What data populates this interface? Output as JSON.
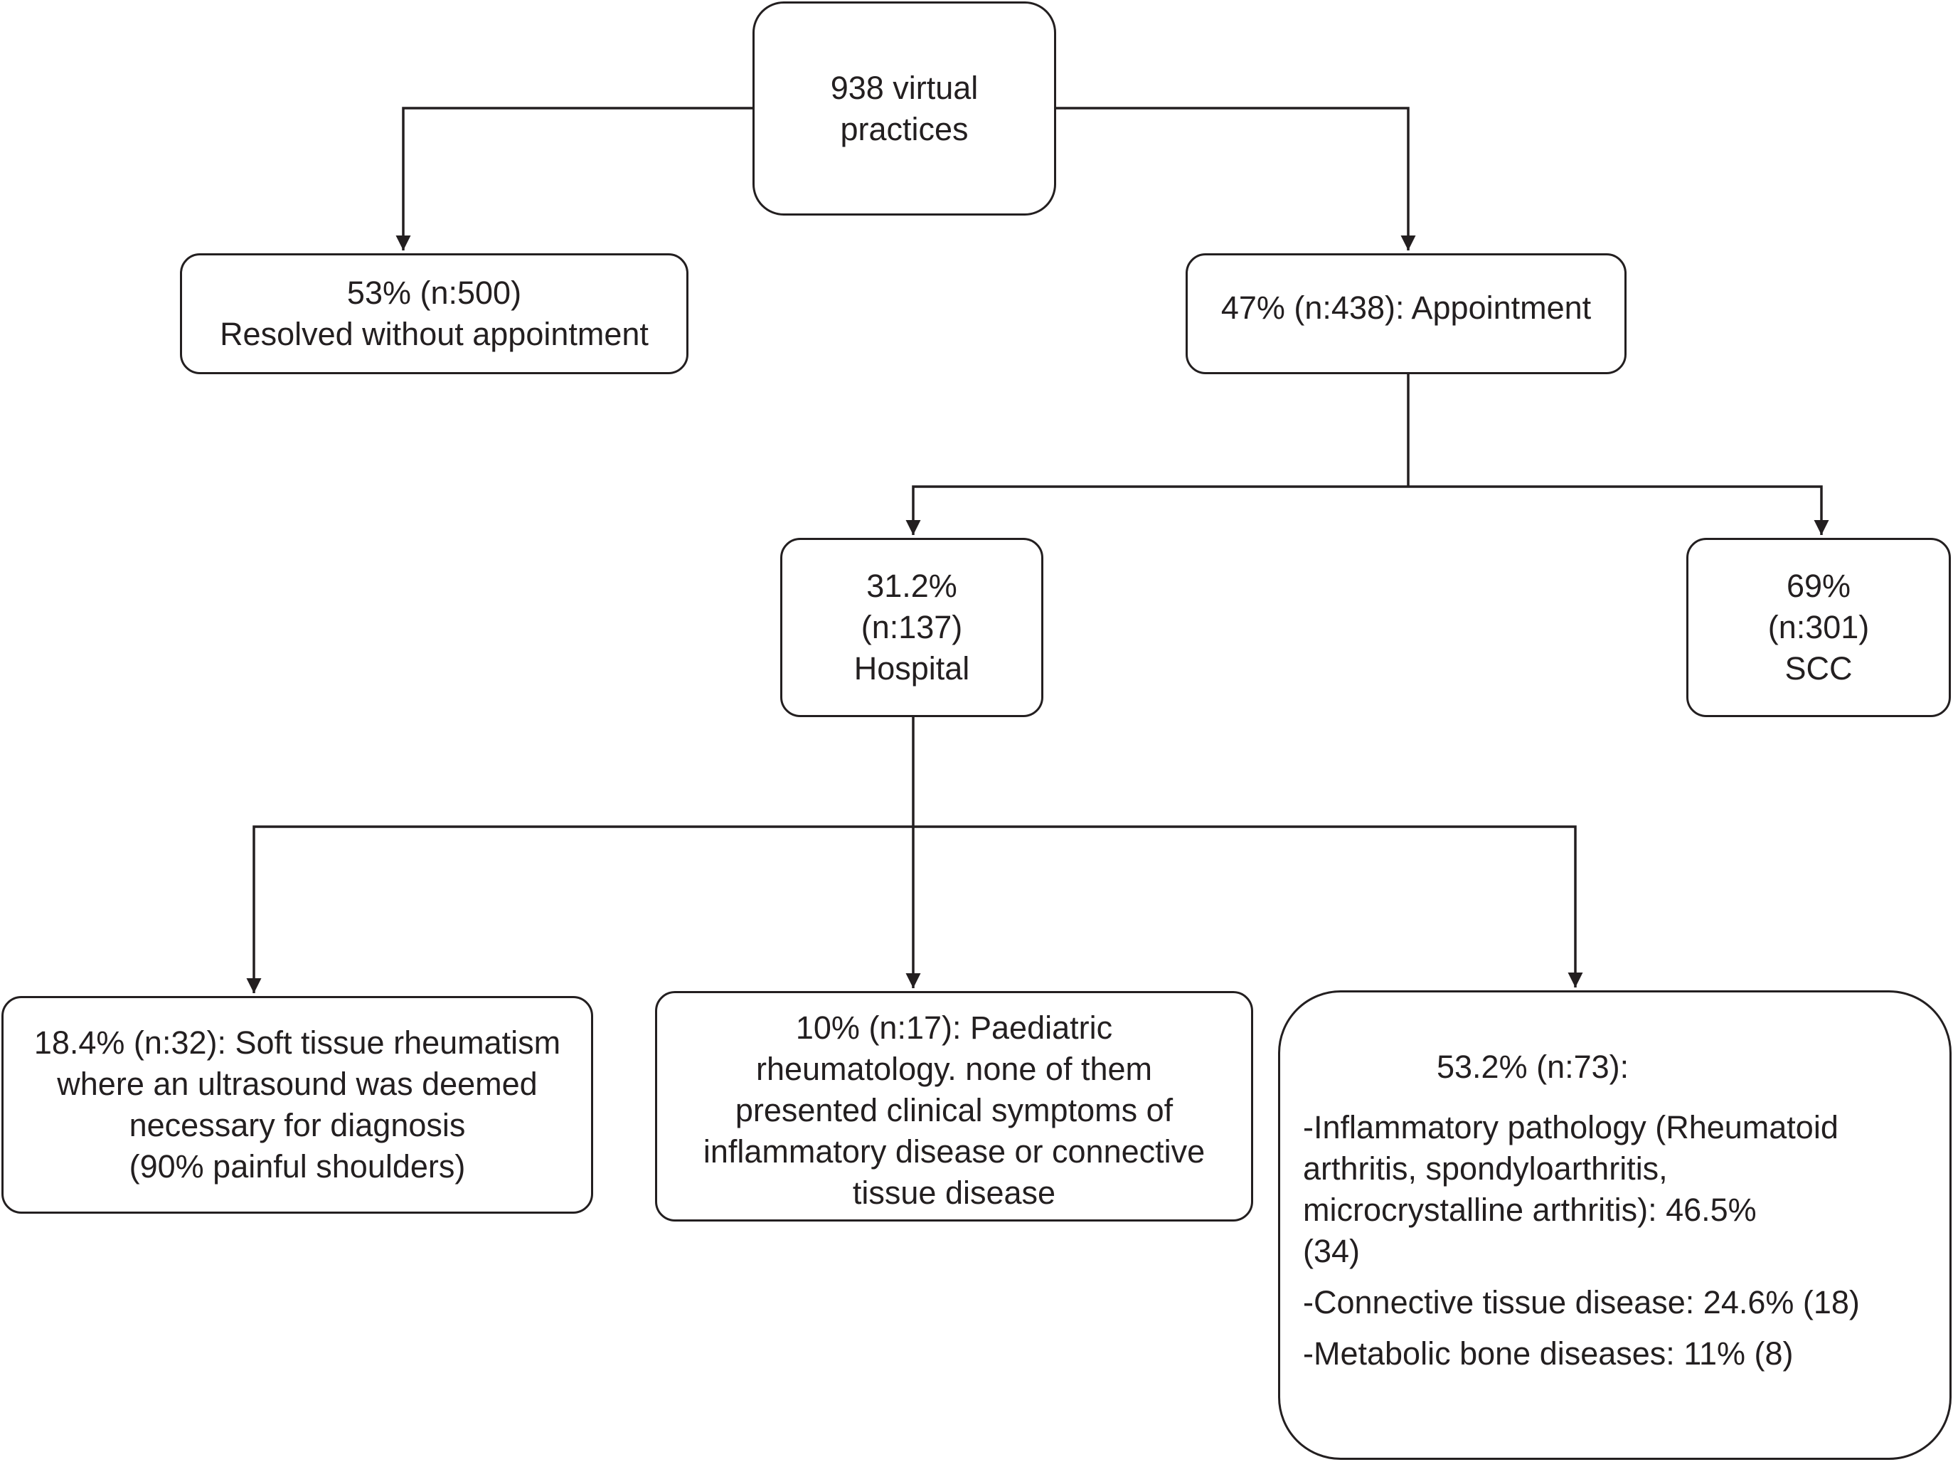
{
  "nodes": {
    "root": {
      "lines": [
        "938 virtual",
        "practices"
      ]
    },
    "resolved": {
      "lines": [
        "53% (n:500)",
        "Resolved without appointment"
      ]
    },
    "appointment": {
      "lines": [
        "47% (n:438): Appointment"
      ]
    },
    "hospital": {
      "lines": [
        "31.2%",
        "(n:137)",
        "Hospital"
      ]
    },
    "scc": {
      "lines": [
        "69%",
        "(n:301)",
        "SCC"
      ]
    },
    "soft_tissue": {
      "lines": [
        "18.4% (n:32): Soft tissue rheumatism",
        "where an ultrasound  was deemed",
        "necessary for diagnosis",
        "(90% painful shoulders)"
      ]
    },
    "paediatric": {
      "lines": [
        "10% (n:17): Paediatric",
        "rheumatology. none of them",
        "presented  clinical symptoms of",
        "inflammatory disease  or connective",
        "tissue disease"
      ]
    },
    "inflammatory": {
      "title": "53.2% (n:73):",
      "items": [
        {
          "lines": [
            "-Inflammatory pathology (Rheumatoid",
            " arthritis, spondyloarthritis,",
            " microcrystalline arthritis): 46.5%",
            " (34)"
          ]
        },
        {
          "lines": [
            "-Connective tissue disease: 24.6% (18)"
          ]
        },
        {
          "lines": [
            "-Metabolic bone diseases: 11% (8)"
          ]
        }
      ]
    }
  }
}
